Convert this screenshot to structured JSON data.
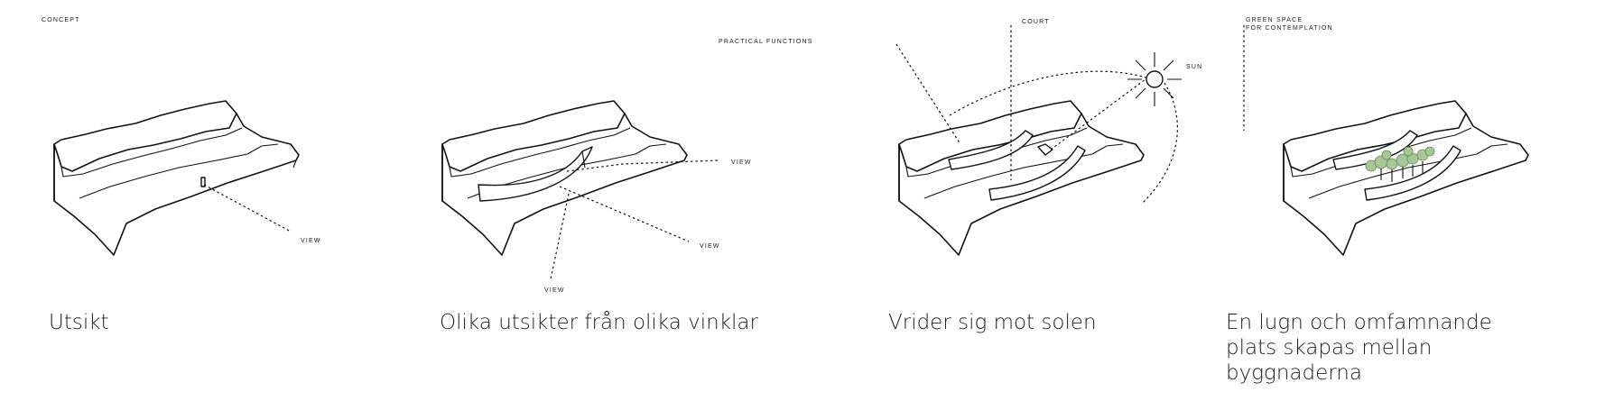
{
  "header": "CONCEPT",
  "panels": [
    {
      "caption_lines": [
        "Utsikt"
      ],
      "labels": {
        "view": "VIEW"
      }
    },
    {
      "caption_lines": [
        "Olika utsikter från olika vinklar"
      ],
      "labels": {
        "view_right": "VIEW",
        "view_lower_right": "VIEW",
        "view_bottom": "VIEW"
      }
    },
    {
      "caption_lines": [
        "Vrider sig mot solen"
      ],
      "labels": {
        "practical": "PRACTICAL FUNCTIONS",
        "court": "COURT",
        "sun": "SUN"
      }
    },
    {
      "caption_lines": [
        "En lugn och omfamnande",
        "plats skapas mellan",
        "byggnaderna"
      ],
      "labels": {
        "green_space_1": "GREEN SPACE",
        "green_space_2": "FOR CONTEMPLATION"
      }
    }
  ],
  "colors": {
    "ink": "#111111",
    "tree_fill": "#a9c79a",
    "tree_stroke": "#5f8a52"
  }
}
